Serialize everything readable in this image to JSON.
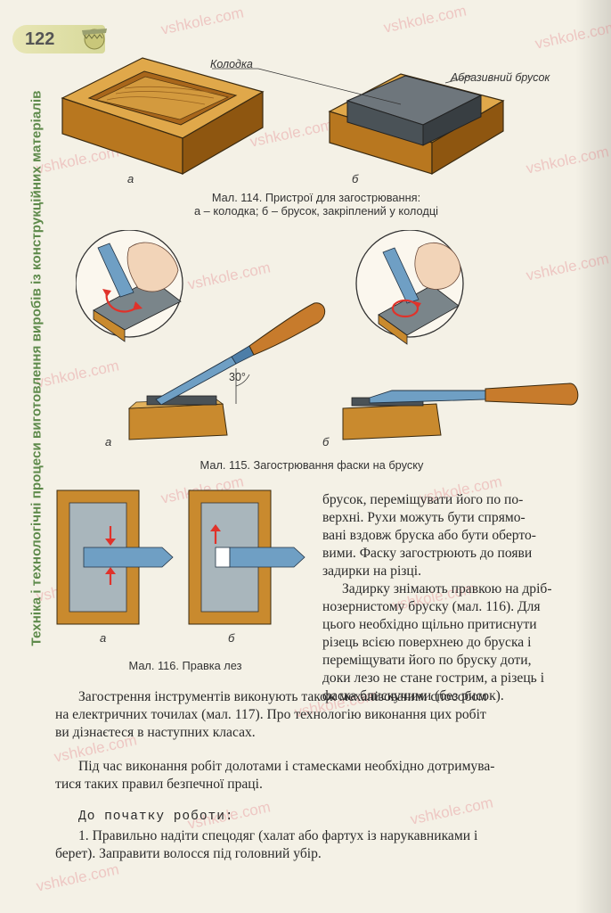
{
  "page": {
    "number": "122",
    "sidebar_title": "Техніка і технологічні процеси виготовлення виробів із конструкційних матеріалів"
  },
  "watermark": "vshkole.com",
  "fig114": {
    "label_kolodka": "Колодка",
    "label_abrasive": "Абразивний брусок",
    "sub_a": "а",
    "sub_b": "б",
    "caption_line1": "Мал. 114. Пристрої для загострювання:",
    "caption_line2": "а – колодка; б – брусок, закріплений у колодці"
  },
  "fig115": {
    "angle_label": "30°",
    "sub_a": "а",
    "sub_b": "б",
    "caption": "Мал. 115. Загострювання фаски на бруску"
  },
  "fig116": {
    "sub_a": "а",
    "sub_b": "б",
    "caption": "Мал. 116. Правка лез"
  },
  "right_column": [
    "брусок, переміщувати його по по-",
    "верхні. Рухи можуть бути спрямо-",
    "вані вздовж бруска або бути оберто-",
    "вими. Фаску загострюють до появи",
    "задирки на різці.",
    "Задирку знімають правкою на дріб-",
    "нозернистому бруску (мал. 116). Для",
    "цього необхідно щільно притиснути",
    "різець всією поверхнею до бруска і",
    "переміщувати його по бруску доти,",
    "доки лезо не стане гострим, а різець і",
    "фаска блискучими (без рисок)."
  ],
  "paragraphs": [
    "Загострення інструментів виконують також механізованим способом",
    "на електричних точилах (мал. 117). Про технологію виконання цих робіт",
    "ви дізнаєтеся в наступних класах."
  ],
  "safety_intro": [
    "Під час виконання робіт долотами і стамесками необхідно дотримува-",
    "тися таких правил безпечної праці."
  ],
  "before_work_heading": "До початку роботи:",
  "rule1": [
    "1. Правильно надіти спецодяг (халат або фартух із нарукавниками і",
    "берет). Заправити волосся під головний убір."
  ],
  "colors": {
    "wood": "#c98a2e",
    "wood_dark": "#8a5a14",
    "stone": "#5d6a70",
    "blade": "#6f9fc4",
    "handle": "#c77b2c",
    "sidebar_green": "#5e8a4b",
    "arrow_red": "#e0322a"
  }
}
